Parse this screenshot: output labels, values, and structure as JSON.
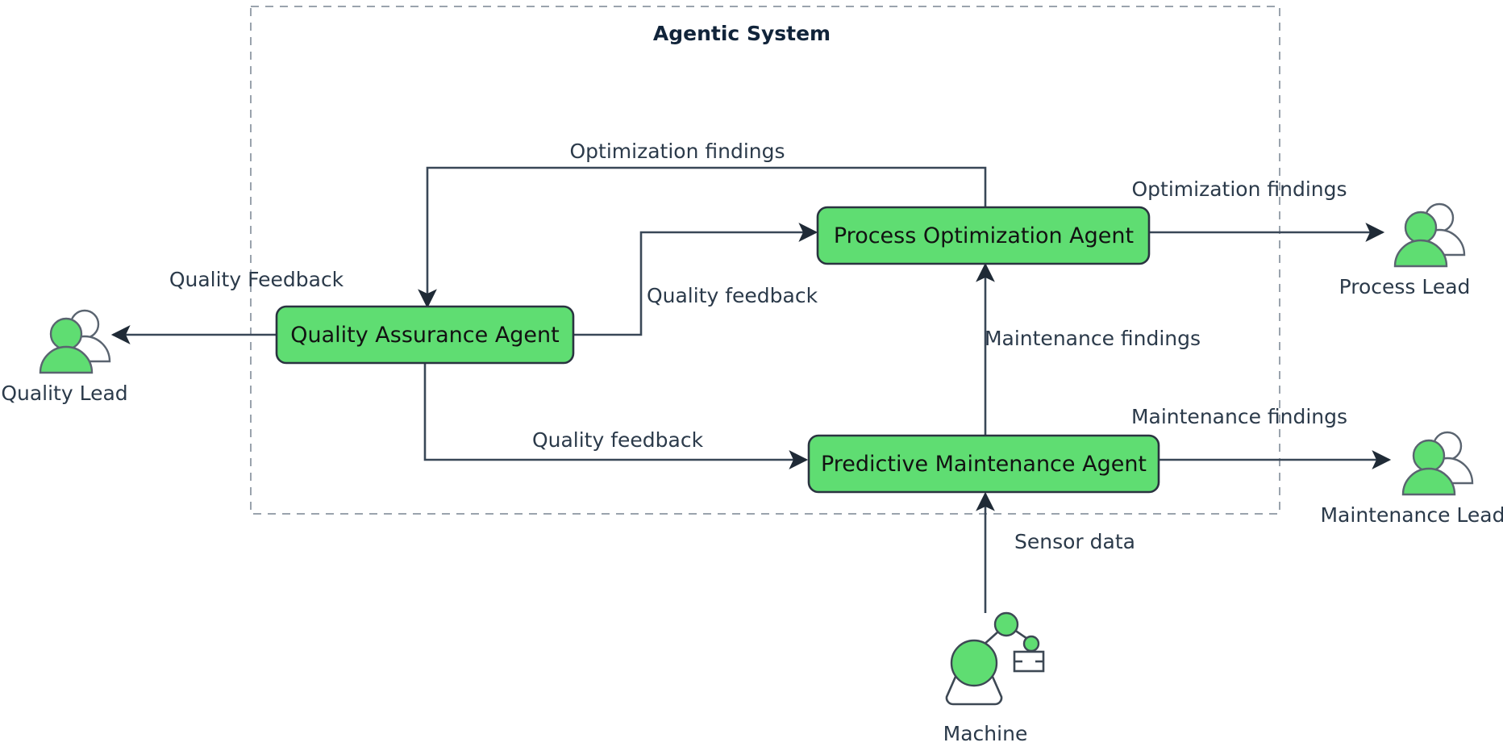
{
  "diagram": {
    "title": "Agentic System",
    "accent_green": "#5FDD72",
    "line_color": "#394757",
    "text_color": "#2b3a4a",
    "frame_color": "#9aa3ad"
  },
  "group": {
    "label": "Agentic System"
  },
  "agents": [
    {
      "id": "quality-assurance-agent",
      "label": "Quality Assurance Agent"
    },
    {
      "id": "process-optimization-agent",
      "label": "Process Optimization Agent"
    },
    {
      "id": "predictive-maintenance-agent",
      "label": "Predictive Maintenance Agent"
    }
  ],
  "actors": [
    {
      "id": "quality-lead",
      "label": "Quality Lead",
      "icon": "people-icon"
    },
    {
      "id": "process-lead",
      "label": "Process Lead",
      "icon": "people-icon"
    },
    {
      "id": "maintenance-lead",
      "label": "Maintenance Lead",
      "icon": "people-icon"
    },
    {
      "id": "machine",
      "label": "Machine",
      "icon": "robot-arm-icon"
    }
  ],
  "edges": [
    {
      "id": "po-to-qa",
      "label": "Optimization findings",
      "from": "process-optimization-agent",
      "to": "quality-assurance-agent"
    },
    {
      "id": "qa-to-quality-lead",
      "label": "Quality Feedback",
      "from": "quality-assurance-agent",
      "to": "quality-lead"
    },
    {
      "id": "qa-to-po",
      "label": "Quality feedback",
      "from": "quality-assurance-agent",
      "to": "process-optimization-agent"
    },
    {
      "id": "qa-to-pm",
      "label": "Quality feedback",
      "from": "quality-assurance-agent",
      "to": "predictive-maintenance-agent"
    },
    {
      "id": "po-to-process-lead",
      "label": "Optimization findings",
      "from": "process-optimization-agent",
      "to": "process-lead"
    },
    {
      "id": "pm-to-po",
      "label": "Maintenance findings",
      "from": "predictive-maintenance-agent",
      "to": "process-optimization-agent"
    },
    {
      "id": "pm-to-maintenance-lead",
      "label": "Maintenance findings",
      "from": "predictive-maintenance-agent",
      "to": "maintenance-lead"
    },
    {
      "id": "machine-to-pm",
      "label": "Sensor data",
      "from": "machine",
      "to": "predictive-maintenance-agent"
    }
  ]
}
